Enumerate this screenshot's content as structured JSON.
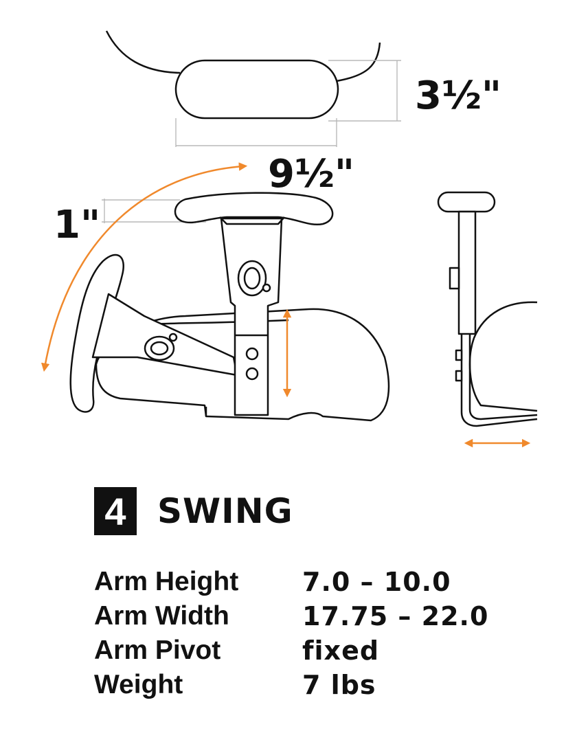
{
  "dimensions": {
    "pad_height": "3½\"",
    "pad_width": "9½\"",
    "pad_thickness": "1\""
  },
  "heading": {
    "number": "4",
    "title": "SWING"
  },
  "specs": [
    {
      "label": "Arm Height",
      "value": "7.0 – 10.0"
    },
    {
      "label": "Arm Width",
      "value": "17.75 – 22.0"
    },
    {
      "label": "Arm Pivot",
      "value": "fixed"
    },
    {
      "label": "Weight",
      "value": "7 lbs"
    }
  ],
  "colors": {
    "accent": "#f0892c",
    "ink": "#111111",
    "dimension_line": "#b8b8b8"
  },
  "icons": [
    "swing-arc-arrow",
    "height-adjust-arrow",
    "width-adjust-arrow"
  ]
}
